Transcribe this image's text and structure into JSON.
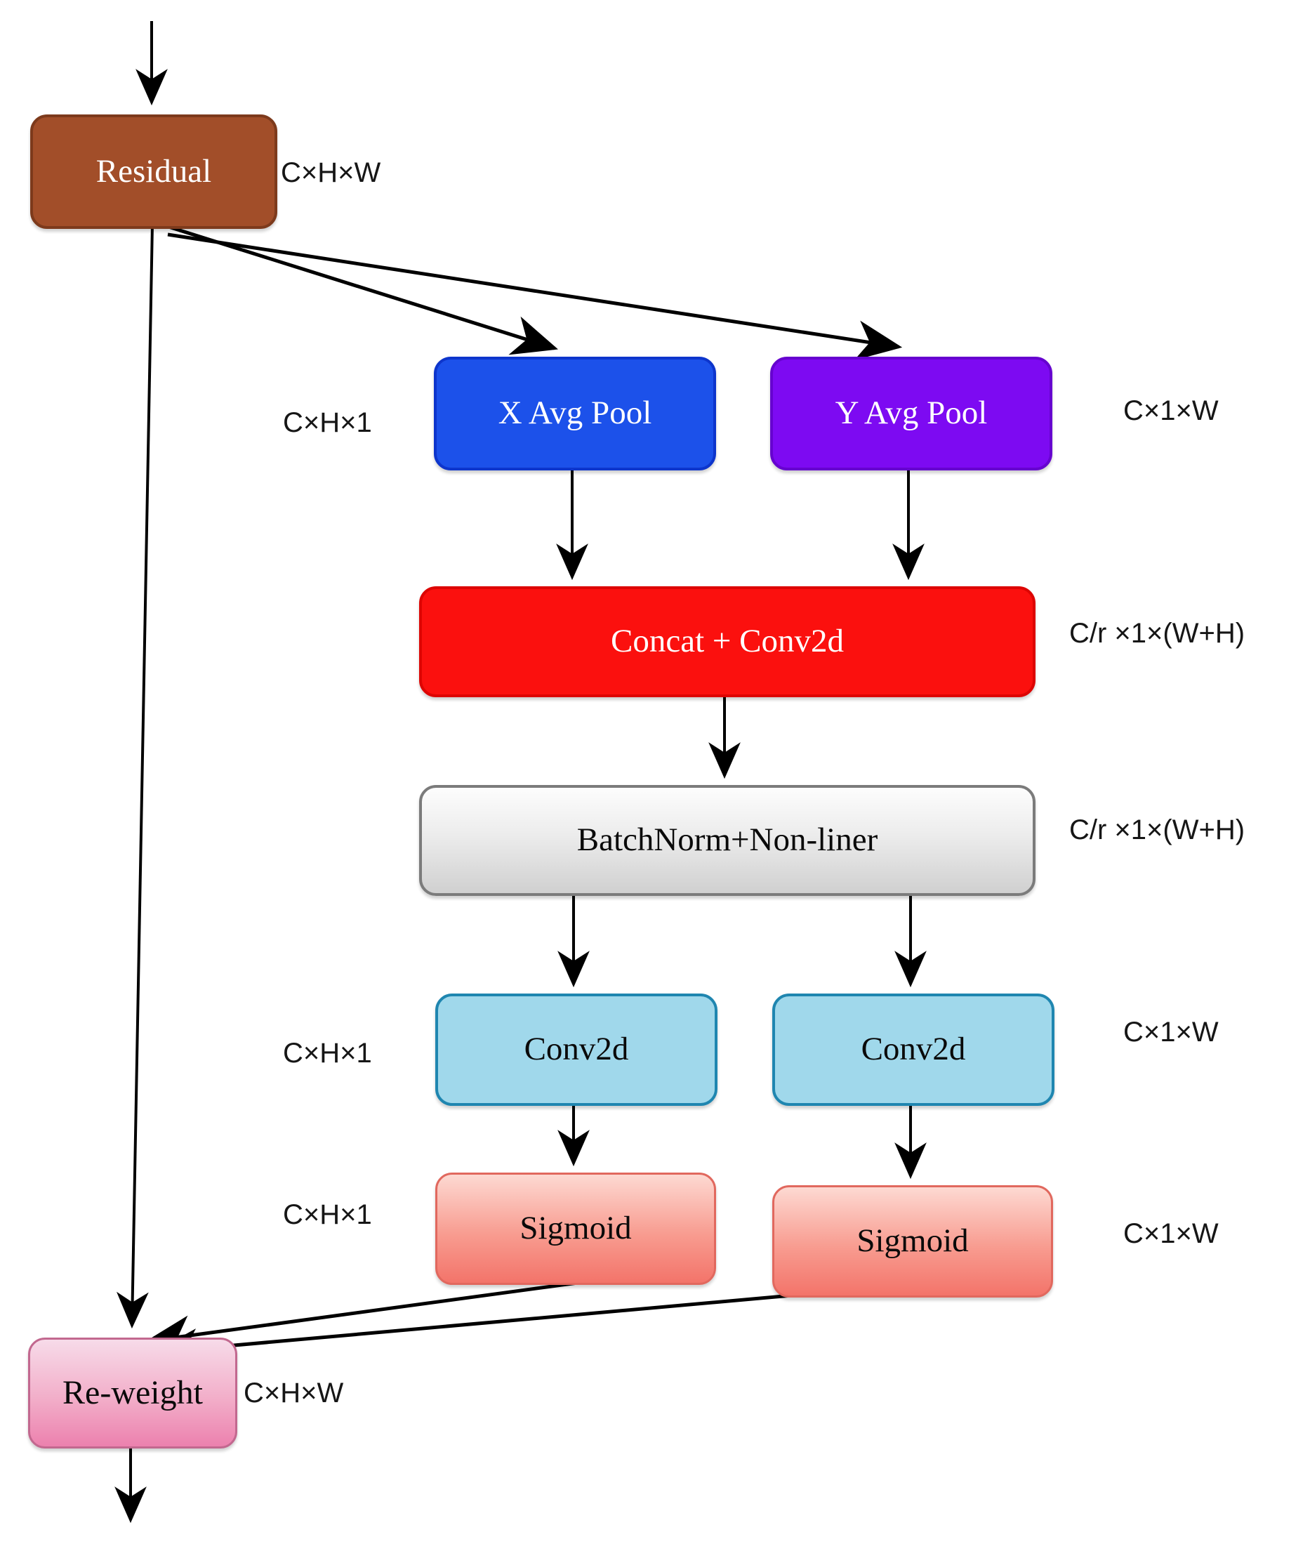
{
  "diagram": {
    "type": "flow-diagram",
    "edge_color": "#000000",
    "nodes": {
      "residual": {
        "label": "Residual",
        "dim": "C×H×W",
        "color": "#a24e29",
        "text_color": "#ffffff"
      },
      "x_avg_pool": {
        "label": "X Avg Pool",
        "dim": "C×H×1",
        "color": "#1c51ea",
        "text_color": "#ffffff"
      },
      "y_avg_pool": {
        "label": "Y Avg Pool",
        "dim": "C×1×W",
        "color": "#7d0af2",
        "text_color": "#ffffff"
      },
      "concat_conv": {
        "label": "Concat + Conv2d",
        "dim": "C/r ×1×(W+H)",
        "color": "#fb100e",
        "text_color": "#ffffff"
      },
      "batchnorm": {
        "label": "BatchNorm+Non-liner",
        "dim": "C/r ×1×(W+H)",
        "color": "#e6e6e6",
        "text_color": "#0a0a0a"
      },
      "conv2d_x": {
        "label": "Conv2d",
        "dim": "C×H×1",
        "color": "#a0d8eb",
        "text_color": "#0a0a0a"
      },
      "conv2d_y": {
        "label": "Conv2d",
        "dim": "C×1×W",
        "color": "#a0d8eb",
        "text_color": "#0a0a0a"
      },
      "sigmoid_x": {
        "label": "Sigmoid",
        "dim": "C×H×1",
        "color": "#f3746a",
        "text_color": "#0a0a0a"
      },
      "sigmoid_y": {
        "label": "Sigmoid",
        "dim": "C×1×W",
        "color": "#f3746a",
        "text_color": "#0a0a0a"
      },
      "reweight": {
        "label": "Re-weight",
        "dim": "C×H×W",
        "color": "#ec81ae",
        "text_color": "#0a0a0a"
      }
    },
    "edges": [
      "input → residual",
      "residual → x_avg_pool",
      "residual → y_avg_pool",
      "residual → reweight",
      "x_avg_pool → concat_conv",
      "y_avg_pool → concat_conv",
      "concat_conv → batchnorm",
      "batchnorm → conv2d_x",
      "batchnorm → conv2d_y",
      "conv2d_x → sigmoid_x",
      "conv2d_y → sigmoid_y",
      "sigmoid_x → reweight",
      "sigmoid_y → reweight",
      "reweight → output"
    ]
  }
}
